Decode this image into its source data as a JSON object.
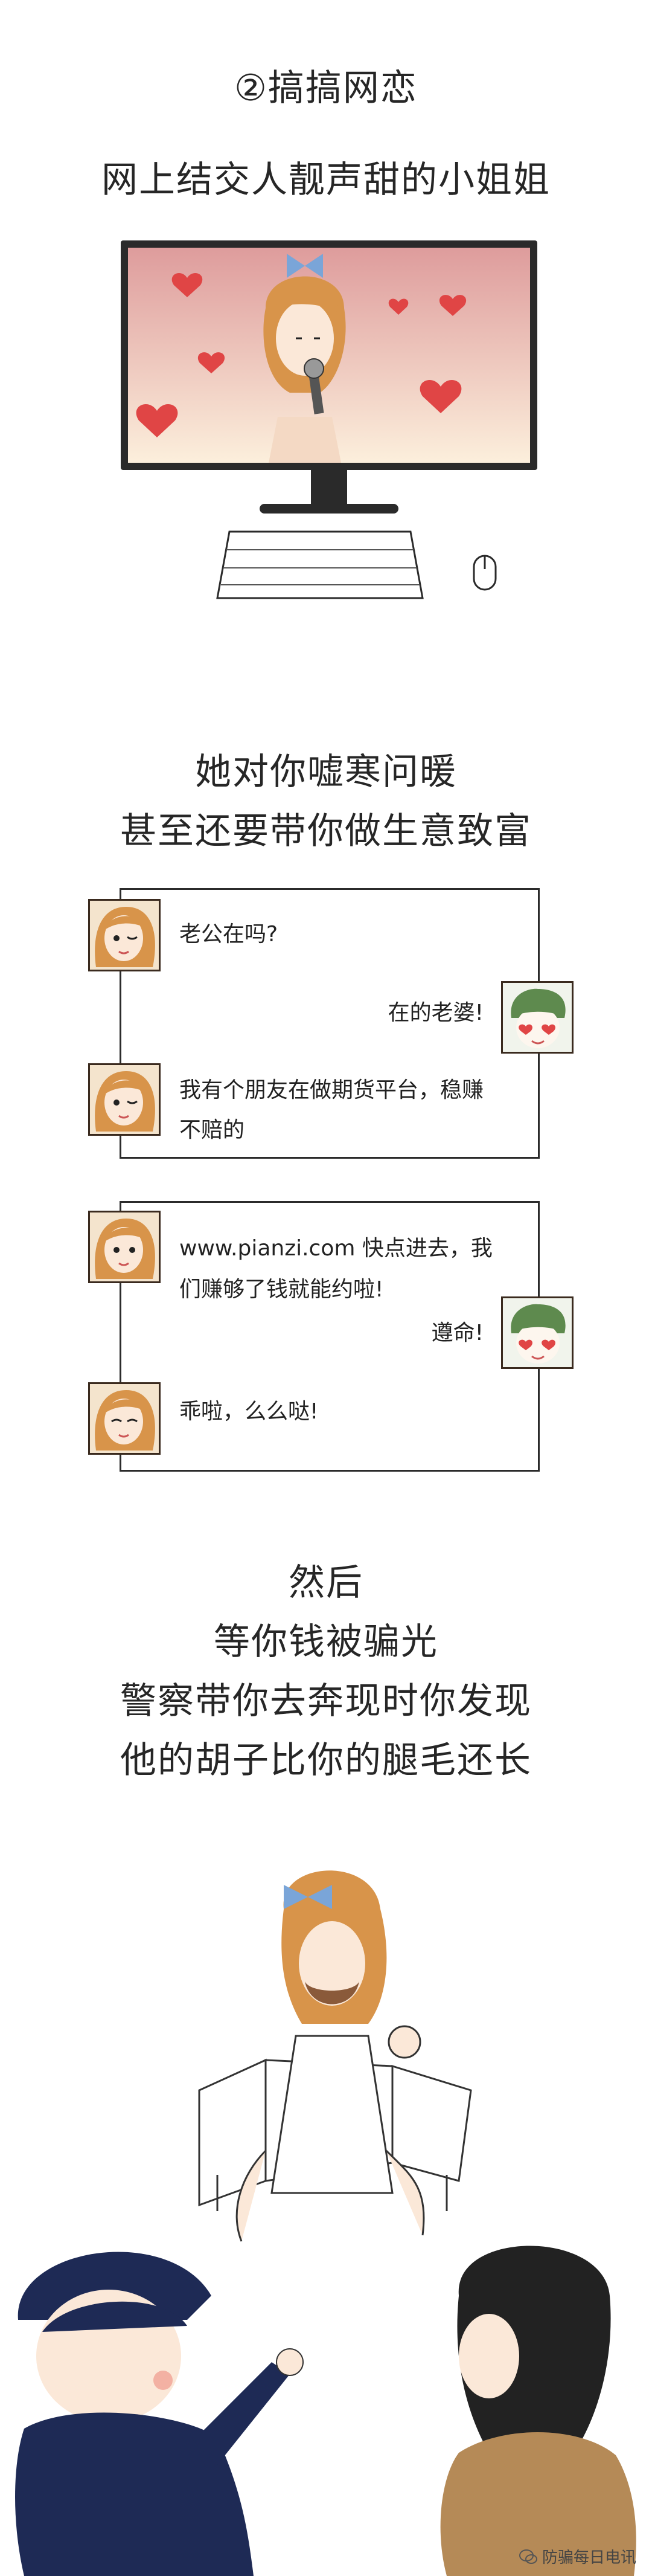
{
  "section1": {
    "title": "②搞搞网恋",
    "subtitle": "网上结交人靓声甜的小姐姐"
  },
  "section2": {
    "line1": "她对你嘘寒问暖",
    "line2": "甚至还要带你做生意致富"
  },
  "chat1": {
    "msg1": "老公在吗?",
    "msg2": "在的老婆!",
    "msg3_line1": "我有个朋友在做期货平台，稳赚",
    "msg3_line2": "不赔的"
  },
  "chat2": {
    "msg1_line1": "www.pianzi.com 快点进去，我",
    "msg1_line2": "们赚够了钱就能约啦!",
    "msg2": "遵命!",
    "msg3": "乖啦，么么哒!"
  },
  "section3": {
    "line1": "然后",
    "line2": "等你钱被骗光",
    "line3": "警察带你去奔现时你发现",
    "line4": "他的胡子比你的腿毛还长"
  },
  "watermark": "防骗每日电讯",
  "colors": {
    "heart": "#e04545",
    "screen_top": "#e0a3a3",
    "screen_bottom": "#fbecd8",
    "hair": "#d8944a",
    "bow": "#7aa5d8",
    "boy_hair": "#5e8a4e",
    "police": "#1e2a55",
    "sweater": "#b58a57"
  }
}
